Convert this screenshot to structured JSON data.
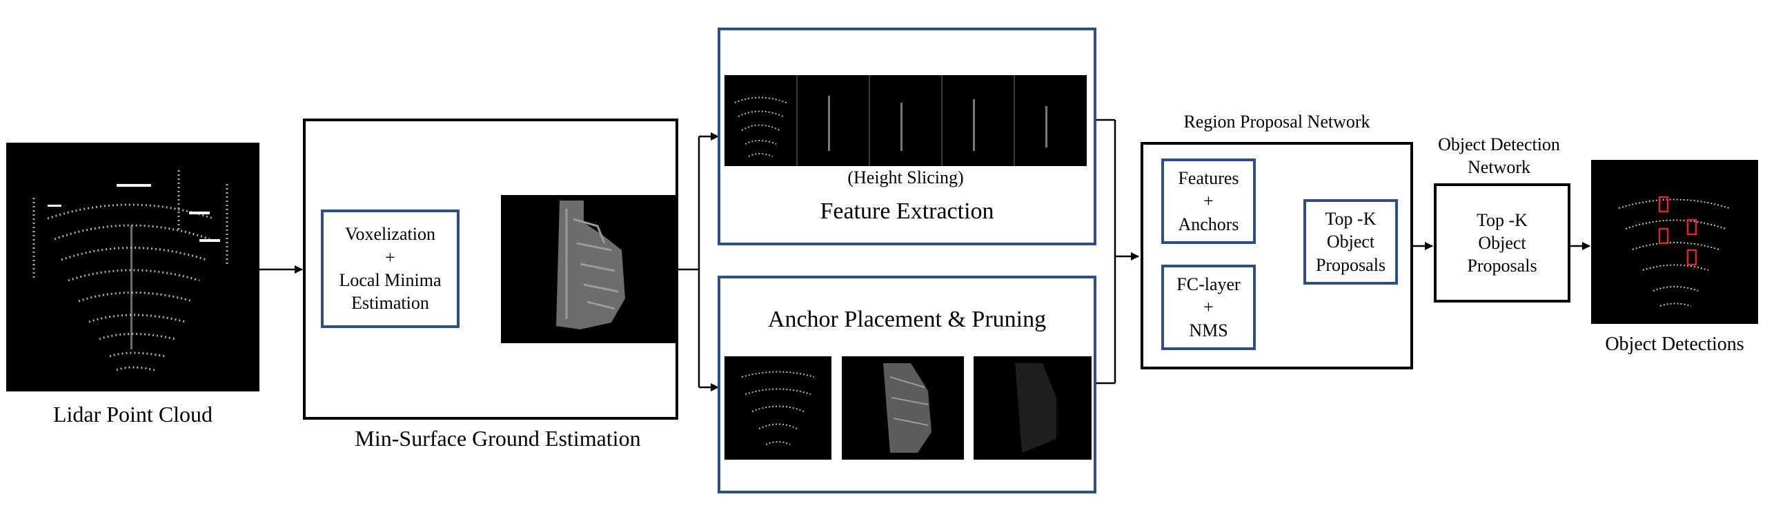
{
  "labels": {
    "lidar": "Lidar Point Cloud",
    "min_surface": "Min-Surface Ground Estimation",
    "height_slicing": "(Height Slicing)",
    "feature_extraction": "Feature Extraction",
    "anchor_placement": "Anchor Placement & Pruning",
    "rpn": "Region Proposal Network",
    "odn_line1": "Object Detection",
    "odn_line2": "Network",
    "object_detections": "Object Detections"
  },
  "boxes": {
    "voxel": [
      "Voxelization",
      "+",
      "Local Minima",
      "Estimation"
    ],
    "features": [
      "Features",
      "+",
      "Anchors"
    ],
    "fc": [
      "FC-layer",
      "+",
      "NMS"
    ],
    "topk_rpn": [
      "Top -K",
      "Object",
      "Proposals"
    ],
    "topk_odn": [
      "Top -K",
      "Object",
      "Proposals"
    ]
  },
  "colors": {
    "blue_box": "#2b4f8c",
    "detection_box": "#e0262a",
    "image_bg": "#000000"
  }
}
